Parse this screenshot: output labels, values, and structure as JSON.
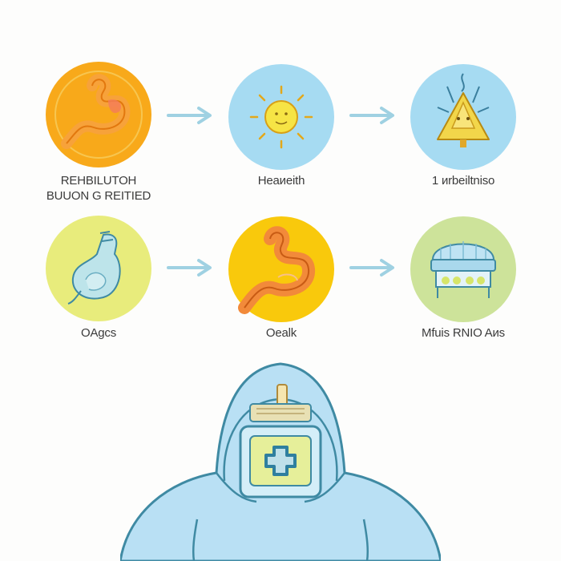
{
  "colors": {
    "orange": "#f8a91a",
    "light_blue": "#a6dbf2",
    "yellow_green": "#e8ec7c",
    "yellow": "#f9c90c",
    "light_green": "#cde39a",
    "arrow": "#9fd1e2",
    "figure": "#b9e0f4"
  },
  "nodes": [
    {
      "icon": "stomach-icon",
      "label_lines": [
        "REНBILUTOH",
        "BUUON G REITIED"
      ]
    },
    {
      "icon": "sun-icon",
      "label_lines": [
        "Heaиeith"
      ]
    },
    {
      "icon": "triangle-creature-icon",
      "label_lines": [
        "1 иrbeiltniso"
      ]
    },
    {
      "icon": "bottle-organ-icon",
      "label_lines": [
        "OAgcs"
      ]
    },
    {
      "icon": "stomach-icon",
      "label_lines": [
        "Oealk"
      ]
    },
    {
      "icon": "helmet-icon",
      "label_lines": [
        "Mfuis RNIO Aиs"
      ]
    }
  ],
  "figure": {
    "icon": "medical-cross-icon"
  }
}
